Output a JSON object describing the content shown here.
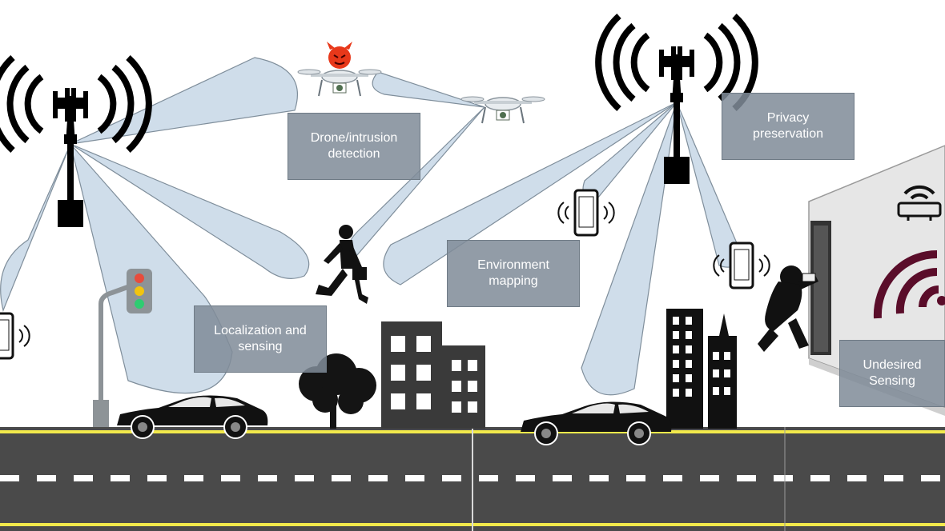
{
  "labels": {
    "drone_detection": "Drone/intrusion\ndetection",
    "privacy": "Privacy\npreservation",
    "environment": "Environment\nmapping",
    "localization": "Localization and\nsensing",
    "undesired": "Undesired\nSensing"
  },
  "colors": {
    "beam_fill": "#c7d7e6",
    "beam_stroke": "#7f8e9b",
    "road": "#4a4a4a",
    "road_line": "#f2e94b",
    "lane_mark": "#ffffff",
    "label_bg": "#808c98",
    "threat": "#5a0d2a",
    "drone_face": "#e8381a"
  },
  "icons": [
    "tower-icon",
    "drone-icon",
    "evil-drone-icon",
    "smartphone-icon",
    "traffic-light-icon",
    "car-icon",
    "tree-icon",
    "building-icon",
    "skyscraper-icon",
    "running-person-icon",
    "thief-icon",
    "wifi-router-icon",
    "house-icon",
    "signal-wave-icon"
  ]
}
